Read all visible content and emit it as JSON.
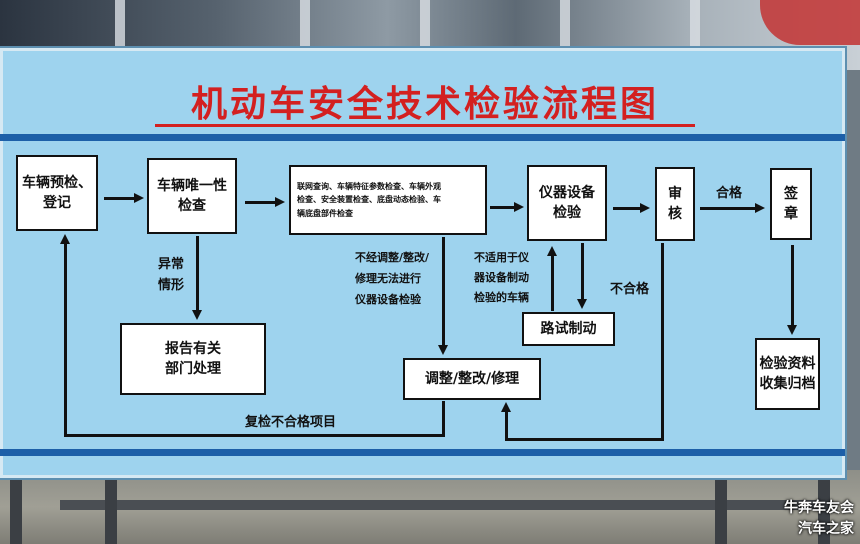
{
  "board": {
    "title": "机动车安全技术检验流程图",
    "boxes": {
      "pre_check": "车辆预检、\n登记",
      "unique_check": "车辆唯一性\n检查",
      "online_query": "联网查询、车辆特征参数检查、车辆外观\n检查、安全装置检查、底盘动态检验、车\n辆底盘部件检查",
      "instrument": "仪器设备\n检验",
      "review": "审\n核",
      "sign": "签\n章",
      "report": "报告有关\n部门处理",
      "road_brake": "路试制动",
      "adjust": "调整/整改/修理",
      "archive": "检验资料\n收集归档"
    },
    "labels": {
      "abnormal": "异常\n情形",
      "no_adjust": "不经调整/整改/\n修理无法进行\n仪器设备检验",
      "not_applicable": "不适用于仪\n器设备制动\n检验的车辆",
      "pass": "合格",
      "fail": "不合格",
      "recheck": "复检不合格项目"
    }
  },
  "watermark": {
    "line1": "牛奔车友会",
    "line2": "汽车之家"
  },
  "colors": {
    "board": "#9ed3ee",
    "title_red": "#d32020",
    "band_blue": "#1c5fa8"
  }
}
